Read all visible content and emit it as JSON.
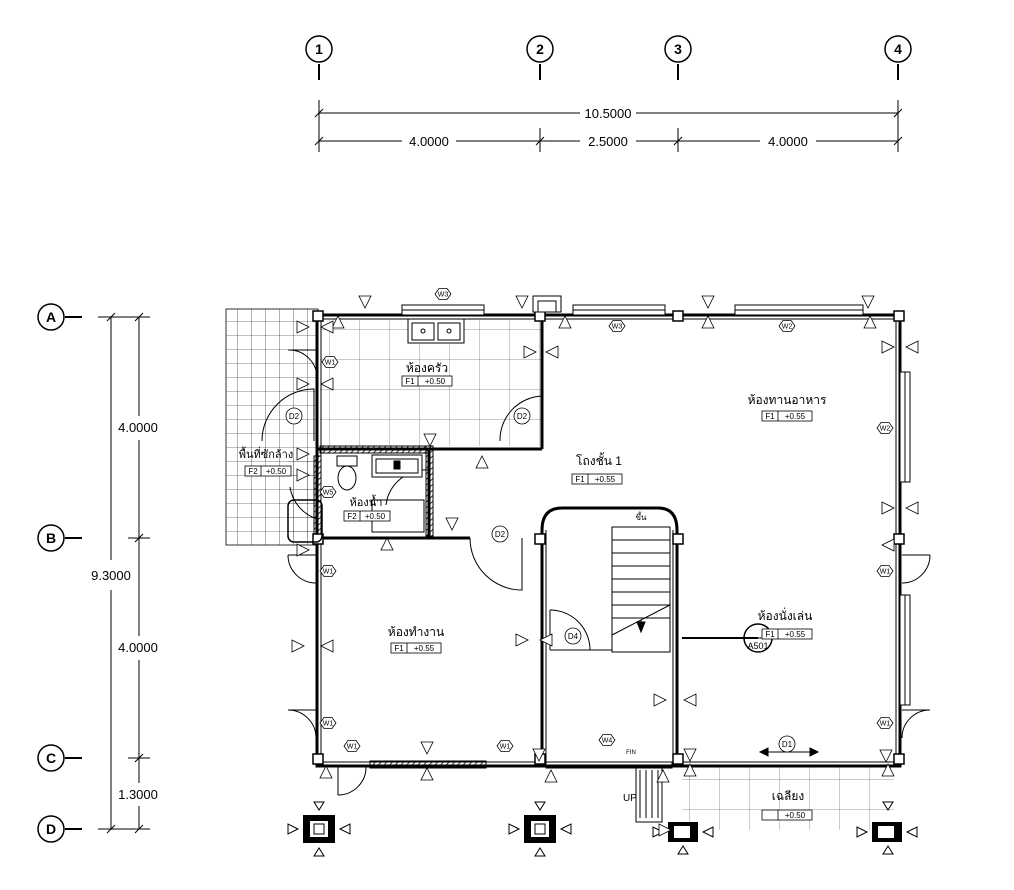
{
  "grid_columns": [
    "1",
    "2",
    "3",
    "4"
  ],
  "grid_rows": [
    "A",
    "B",
    "C",
    "D"
  ],
  "dims_top": {
    "overall": "10.5000",
    "spans": [
      "4.0000",
      "2.5000",
      "4.0000"
    ]
  },
  "dims_left": {
    "overall": "9.3000",
    "spans": [
      "4.0000",
      "4.0000",
      "1.3000"
    ]
  },
  "rooms": [
    {
      "name": "ห้องครัว",
      "finish": "F1",
      "level": "+0.50"
    },
    {
      "name": "ห้องทานอาหาร",
      "finish": "F1",
      "level": "+0.55"
    },
    {
      "name": "โถงชั้น 1",
      "finish": "F1",
      "level": "+0.55"
    },
    {
      "name": "พื้นที่ซักล้าง",
      "finish": "F2",
      "level": "+0.50"
    },
    {
      "name": "ห้องน้ำ",
      "finish": "F2",
      "level": "+0.50"
    },
    {
      "name": "ห้องทำงาน",
      "finish": "F1",
      "level": "+0.55"
    },
    {
      "name": "ห้องนั่งเล่น",
      "finish": "F1",
      "level": "+0.55"
    },
    {
      "name": "เฉลียง",
      "finish": "",
      "level": "+0.50"
    }
  ],
  "stair_label": "ขึ้น",
  "up_label": "UP",
  "fin_label": "FIN",
  "section_ref": "A501",
  "window_tags": [
    "W1",
    "W1",
    "W1",
    "W1",
    "W1",
    "W1",
    "W2",
    "W2",
    "W3",
    "W3",
    "W4",
    "W5",
    "W6"
  ],
  "door_tags": [
    "D1",
    "D2",
    "D2",
    "D2",
    "D4"
  ]
}
